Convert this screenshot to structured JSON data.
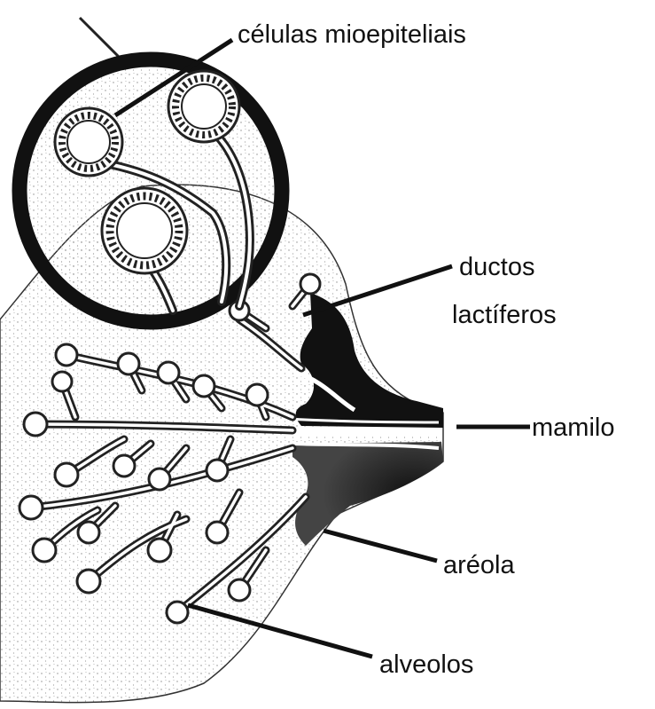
{
  "labels": {
    "celulas": "células mioepiteliais",
    "ductos_line1": "ductos",
    "ductos_line2": "lactíferos",
    "mamilo": "mamilo",
    "areola": "aréola",
    "alveolos": "alveolos"
  },
  "colors": {
    "ink": "#111111",
    "stipple": "#8a8a8a",
    "background": "#ffffff"
  }
}
